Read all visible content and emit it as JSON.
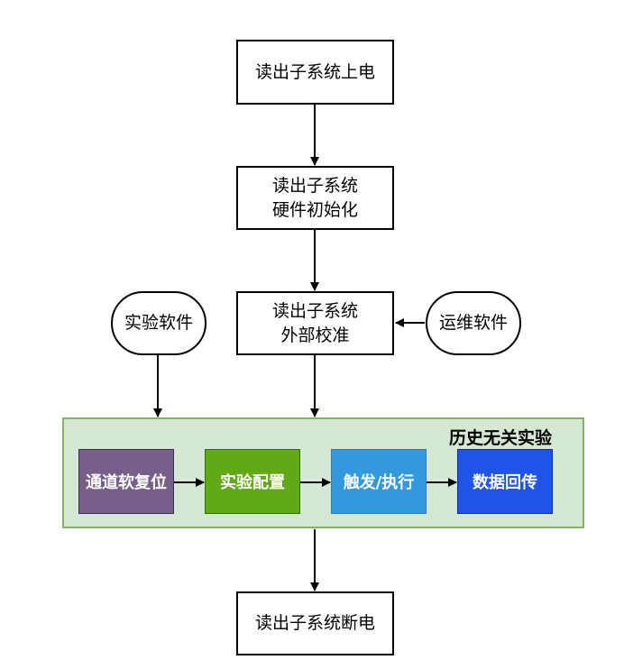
{
  "nodes": {
    "power_on": "读出子系统上电",
    "hw_init": [
      "读出子系统",
      "硬件初始化"
    ],
    "ext_calib": [
      "读出子系统",
      "外部校准"
    ],
    "exp_software": "实验软件",
    "ops_software": "运维软件",
    "power_off": "读出子系统断电"
  },
  "group": {
    "title": "历史无关实验",
    "steps": [
      {
        "label": "通道软复位",
        "color": "#76608a"
      },
      {
        "label": "实验配置",
        "color": "#60a917"
      },
      {
        "label": "触发/执行",
        "color": "#3399dd"
      },
      {
        "label": "数据回传",
        "color": "#1e54e8"
      }
    ]
  },
  "colors": {
    "group_fill": "#d5e8d4",
    "group_border": "#82b366",
    "line": "#000000"
  }
}
